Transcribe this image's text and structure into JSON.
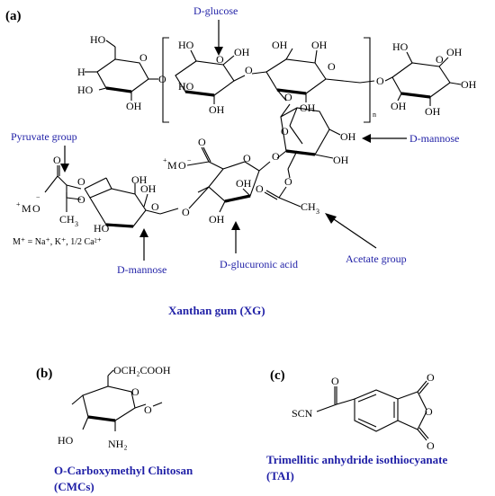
{
  "panel_a": {
    "label": "(a)",
    "caption": "Xanthan gum (XG)",
    "repeat_subscript": "n",
    "annotations": {
      "d_glucose": "D-glucose",
      "pyruvate_group": "Pyruvate group",
      "d_mannose_right": "D-mannose",
      "d_mannose_left": "D-mannose",
      "d_glucuronic_acid": "D-glucuronic acid",
      "acetate_group": "Acetate group"
    },
    "counterion_note": "M⁺ = Na⁺, K⁺, 1/2 Ca²⁺"
  },
  "panel_b": {
    "label": "(b)",
    "caption_line1": "O-Carboxymethyl Chitosan",
    "caption_line2": "(CMCs)",
    "substituent": "OCH₂COOH",
    "amine": "NH₂"
  },
  "panel_c": {
    "label": "(c)",
    "caption_line1": "Trimellitic anhydride isothiocyanate",
    "caption_line2": "(TAI)",
    "substituent": "SCN"
  },
  "colors": {
    "annotation": "#1f1fa6",
    "structure": "#000000"
  }
}
